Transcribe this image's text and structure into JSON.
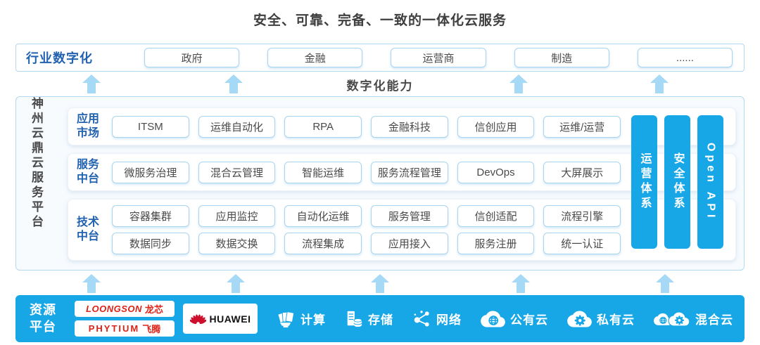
{
  "title": "安全、可靠、完备、一致的一体化云服务",
  "industry_row": {
    "label": "行业数字化",
    "items": [
      "政府",
      "金融",
      "运营商",
      "制造",
      "......"
    ]
  },
  "capability_label": "数字化能力",
  "platform": {
    "side_label": "神州云鼎云服务平台",
    "rows": [
      {
        "label": "应用市场",
        "lines": [
          [
            "ITSM",
            "运维自动化",
            "RPA",
            "金融科技",
            "信创应用",
            "运维/运营"
          ]
        ]
      },
      {
        "label": "服务中台",
        "lines": [
          [
            "微服务治理",
            "混合云管理",
            "智能运维",
            "服务流程管理",
            "DevOps",
            "大屏展示"
          ]
        ]
      },
      {
        "label": "技术中台",
        "lines": [
          [
            "容器集群",
            "应用监控",
            "自动化运维",
            "服务管理",
            "信创适配",
            "流程引擎"
          ],
          [
            "数据同步",
            "数据交换",
            "流程集成",
            "应用接入",
            "服务注册",
            "统一认证"
          ]
        ]
      }
    ],
    "pillars": [
      "运营体系",
      "安全体系",
      "Open API"
    ]
  },
  "resource_row": {
    "label": "资源平台",
    "vendors": [
      {
        "text": "LOONGSON",
        "suffix": "龙芯"
      },
      {
        "text": "PHYTIUM",
        "suffix": "飞腾"
      },
      {
        "text": "HUAWEI"
      }
    ],
    "resources": [
      {
        "icon": "compute-icon",
        "label": "计算"
      },
      {
        "icon": "storage-icon",
        "label": "存储"
      },
      {
        "icon": "network-icon",
        "label": "网络"
      },
      {
        "icon": "public-cloud-icon",
        "label": "公有云"
      },
      {
        "icon": "private-cloud-icon",
        "label": "私有云"
      },
      {
        "icon": "hybrid-cloud-icon",
        "label": "混合云"
      }
    ]
  },
  "colors": {
    "accent_blue": "#17a7e7",
    "box_border_blue": "#a9d4f0",
    "arrow_blue": "#a6d9f6",
    "label_blue": "#2262af",
    "dark_text": "#4a4a4a",
    "vendor_red": "#dd2218",
    "huawei_red": "#ce0e2d"
  }
}
